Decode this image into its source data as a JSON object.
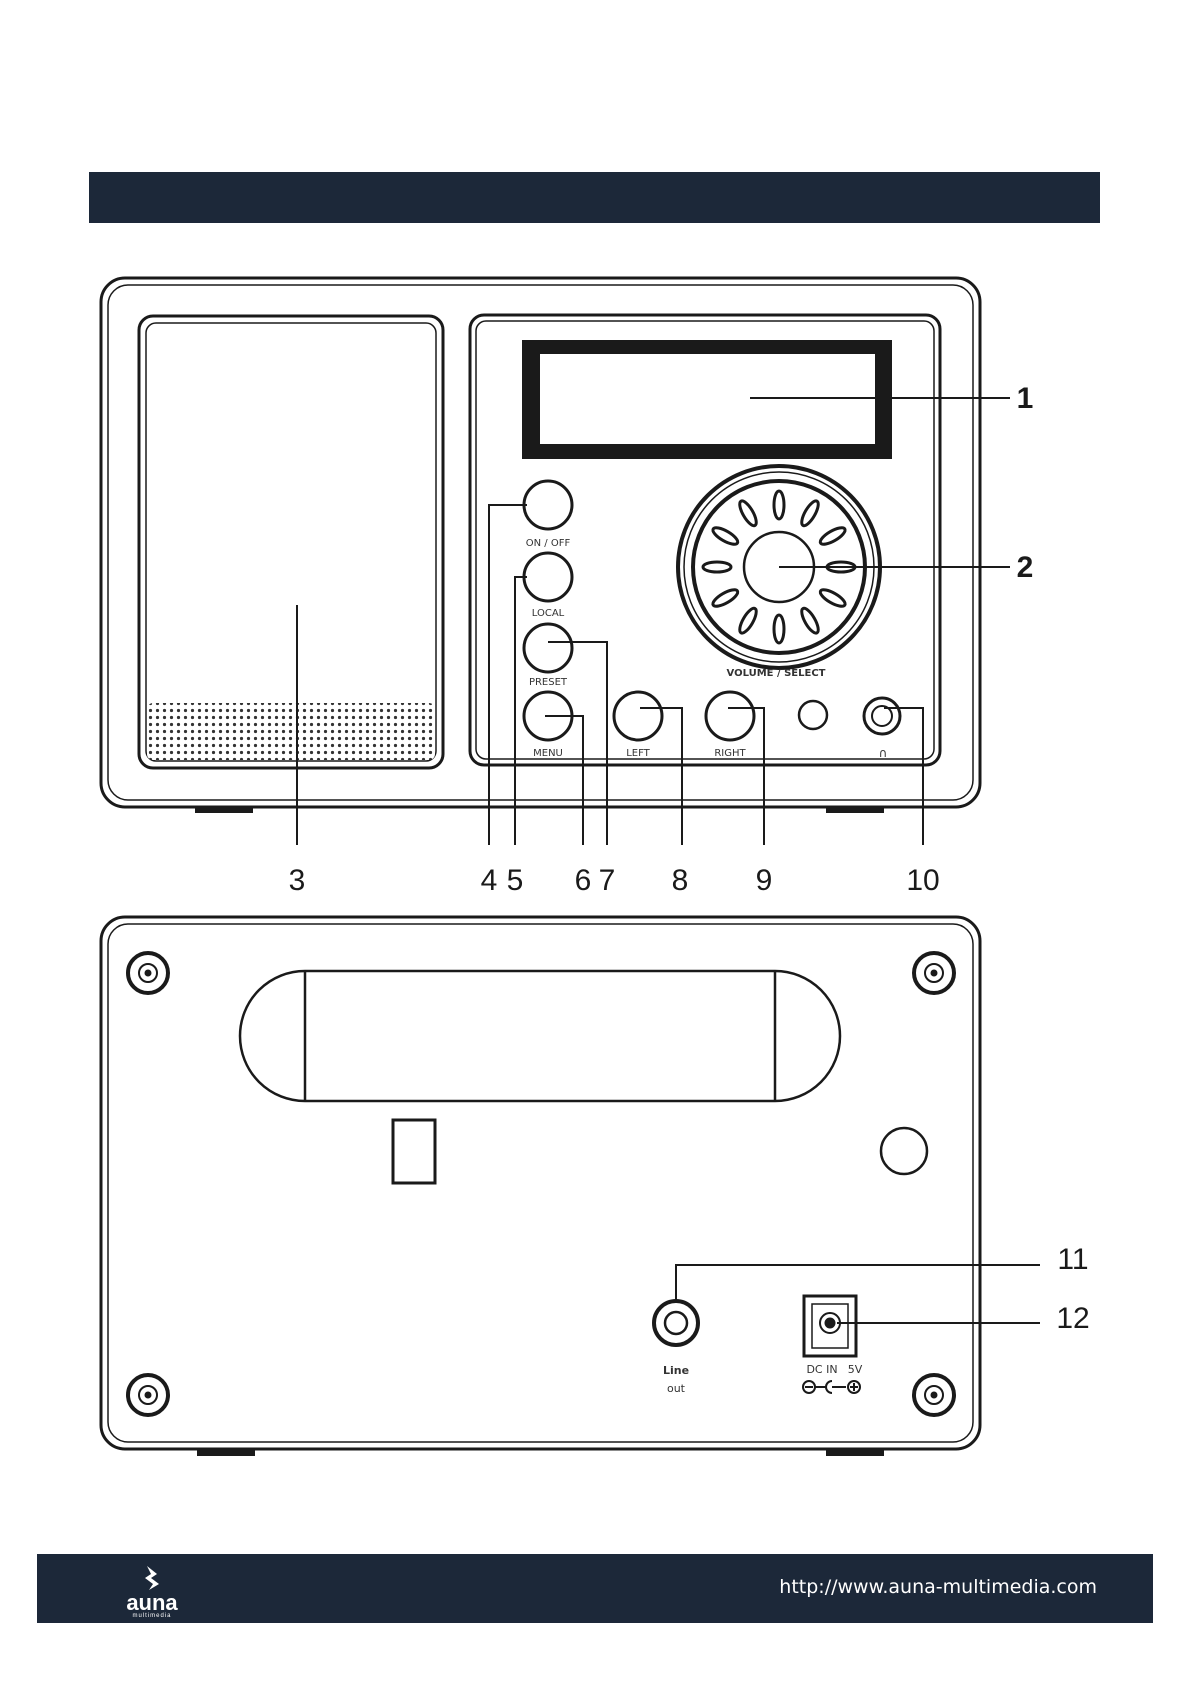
{
  "front": {
    "labels": {
      "on_off": "ON / OFF",
      "local": "LOCAL",
      "preset": "PRESET",
      "menu": "MENU",
      "left": "LEFT",
      "right": "RIGHT",
      "volume_select": "VOLUME / SELECT",
      "headphone_symbol": "∩"
    },
    "callouts": {
      "c1": "1",
      "c2": "2",
      "c3": "3",
      "c4": "4",
      "c5": "5",
      "c6": "6",
      "c7": "7",
      "c8": "8",
      "c9": "9",
      "c10": "10"
    }
  },
  "back": {
    "labels": {
      "line": "Line",
      "out": "out",
      "dc_in": "DC IN",
      "voltage": "5V"
    },
    "callouts": {
      "c11": "11",
      "c12": "12"
    }
  },
  "footer": {
    "brand": "auna",
    "brand_sub": "multimedia",
    "url": "http://www.auna-multimedia.com"
  },
  "colors": {
    "bar": "#1c2839",
    "line": "#1a1a1a"
  }
}
